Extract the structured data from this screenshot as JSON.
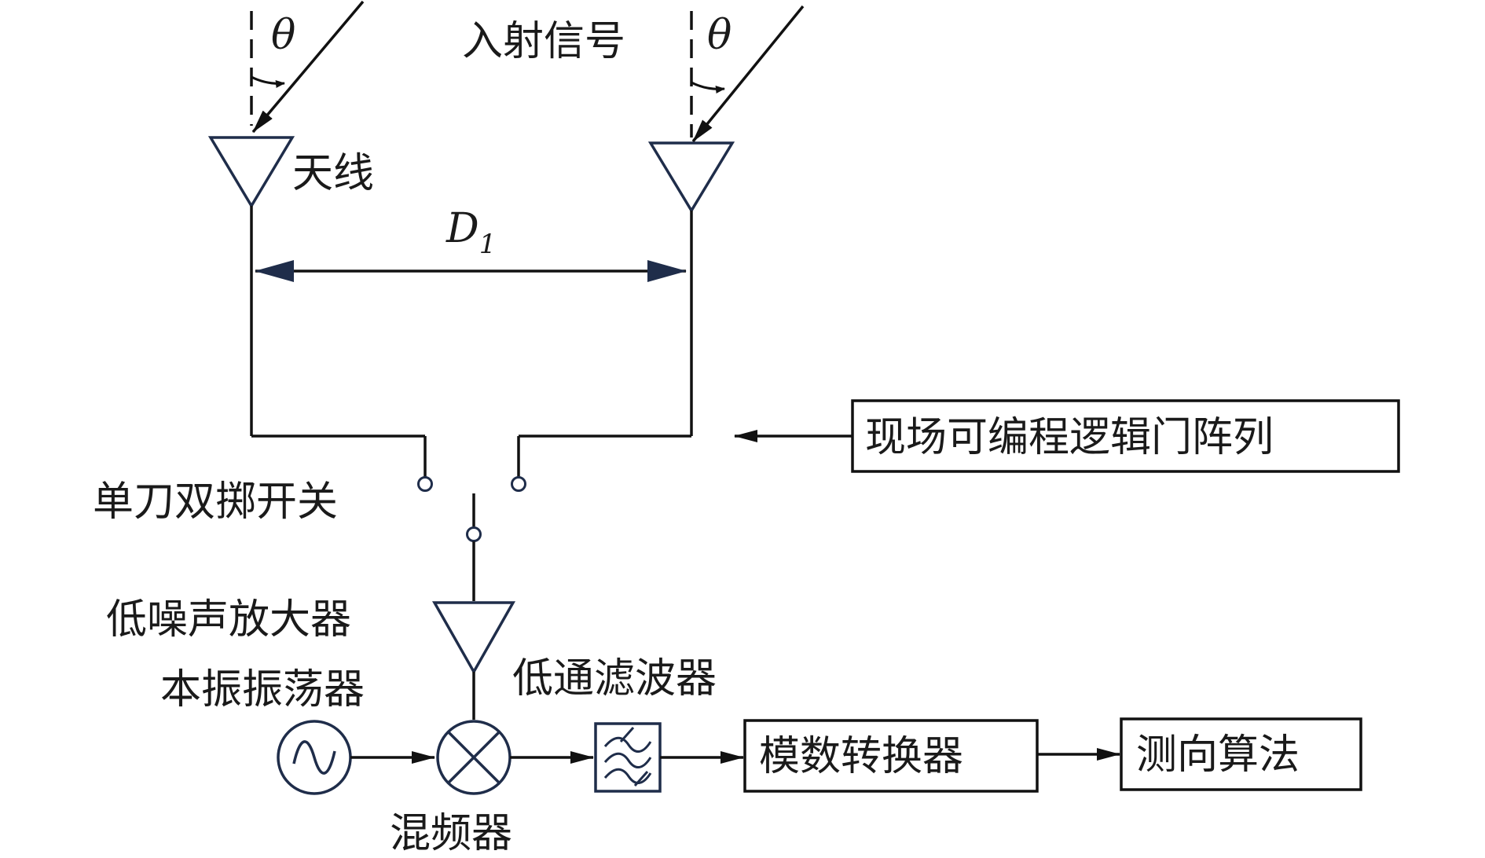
{
  "labels": {
    "theta_left": "θ",
    "theta_right": "θ",
    "incident_signal": "入射信号",
    "antenna": "天线",
    "spacing_main": "D",
    "spacing_sub": "1",
    "fpga": "现场可编程逻辑门阵列",
    "spdt_switch": "单刀双掷开关",
    "lna": "低噪声放大器",
    "local_oscillator": "本振振荡器",
    "low_pass_filter": "低通滤波器",
    "mixer": "混频器",
    "adc": "模数转换器",
    "direction_finding": "测向算法"
  },
  "colors": {
    "line": "#111111",
    "component": "#1f2d4a",
    "text": "#1a1a1a",
    "background": "#ffffff"
  }
}
